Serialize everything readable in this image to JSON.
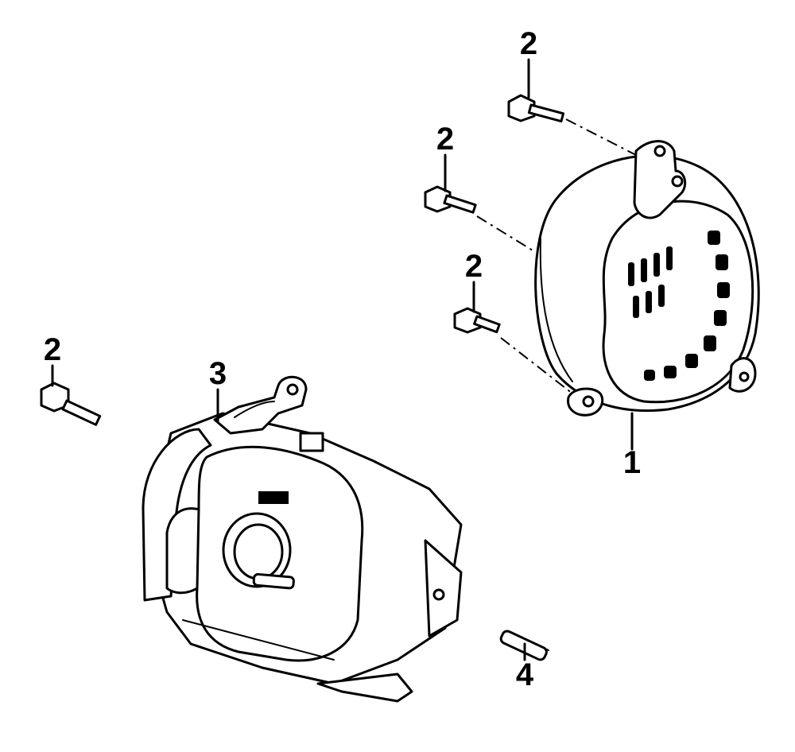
{
  "callouts": [
    {
      "id": "c1",
      "label": "1"
    },
    {
      "id": "c2a",
      "label": "2"
    },
    {
      "id": "c2b",
      "label": "2"
    },
    {
      "id": "c2c",
      "label": "2"
    },
    {
      "id": "c2d",
      "label": "2"
    },
    {
      "id": "c3",
      "label": "3"
    },
    {
      "id": "c4",
      "label": "4"
    }
  ]
}
